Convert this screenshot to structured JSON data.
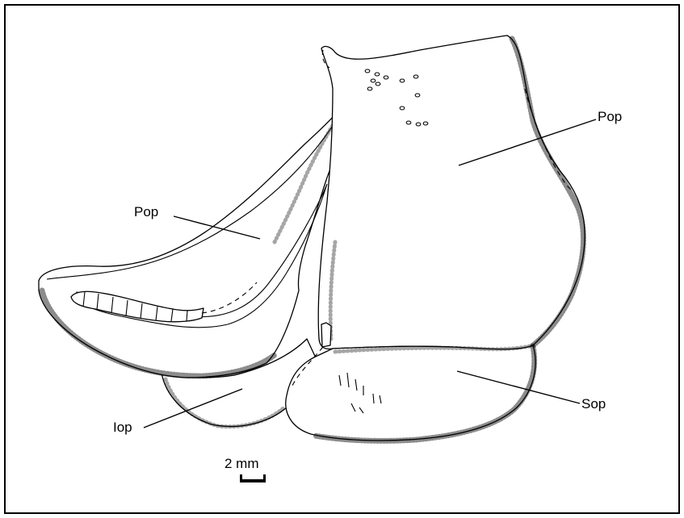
{
  "labels": {
    "pop_right": "Pop",
    "pop_left": "Pop",
    "sop": "Sop",
    "iop": "Iop"
  },
  "scale_bar": {
    "label": "2 mm"
  }
}
